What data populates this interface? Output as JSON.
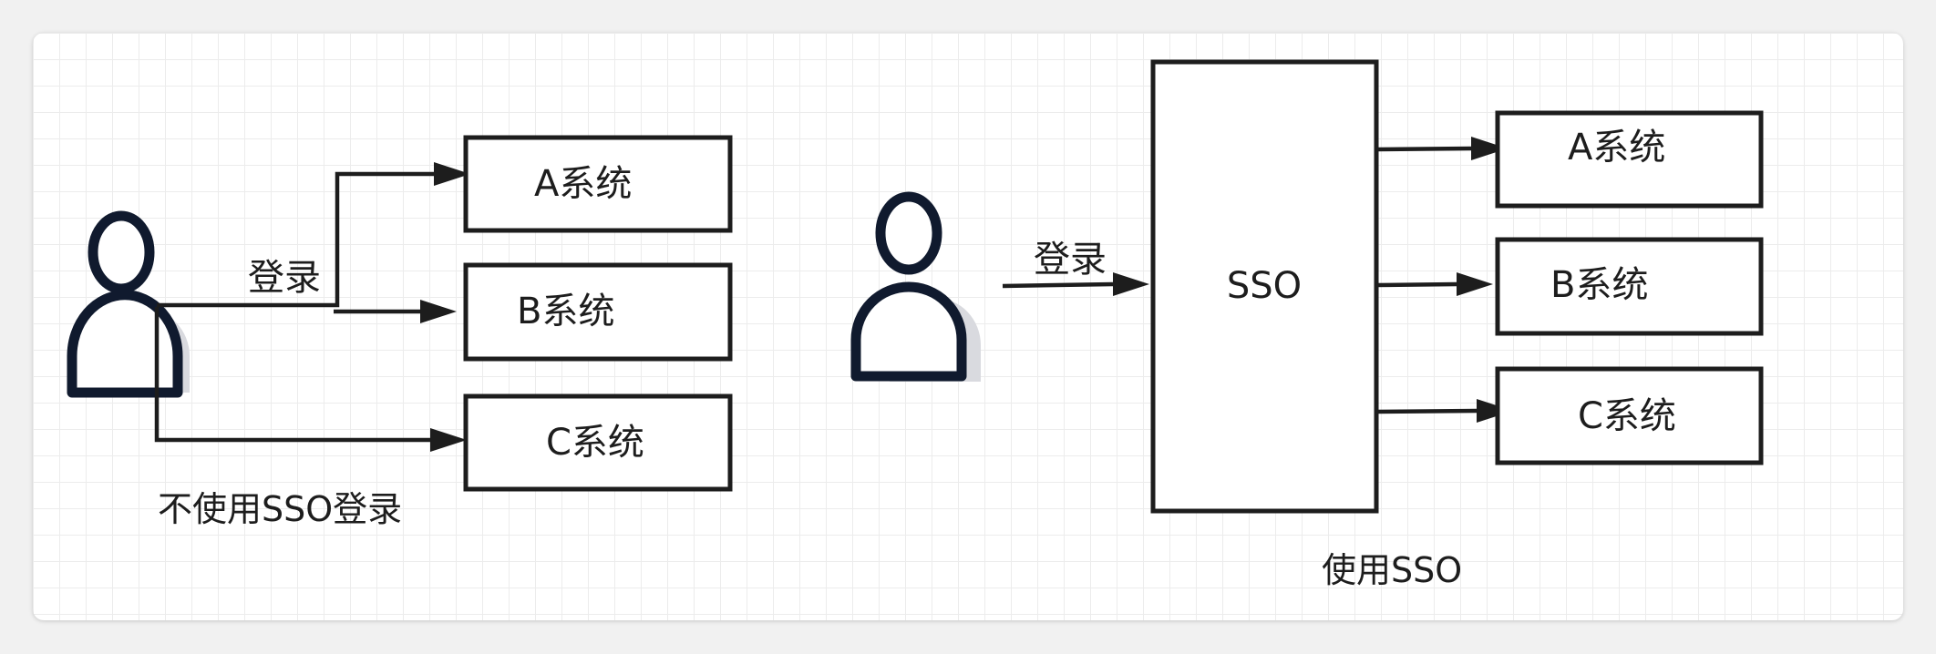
{
  "left_panel": {
    "login_label": "登录",
    "caption": "不使用SSO登录",
    "systems": [
      "A系统",
      "B系统",
      "C系统"
    ]
  },
  "right_panel": {
    "login_label": "登录",
    "sso_label": "SSO",
    "caption": "使用SSO",
    "systems": [
      "A系统",
      "B系统",
      "C系统"
    ]
  },
  "colors": {
    "stroke": "#1d1d1d",
    "person_outline": "#101a2e",
    "person_shadow": "#d9dadf",
    "grid": "#ececec",
    "background": "#ffffff"
  },
  "icons": [
    "user-icon",
    "user-icon"
  ]
}
